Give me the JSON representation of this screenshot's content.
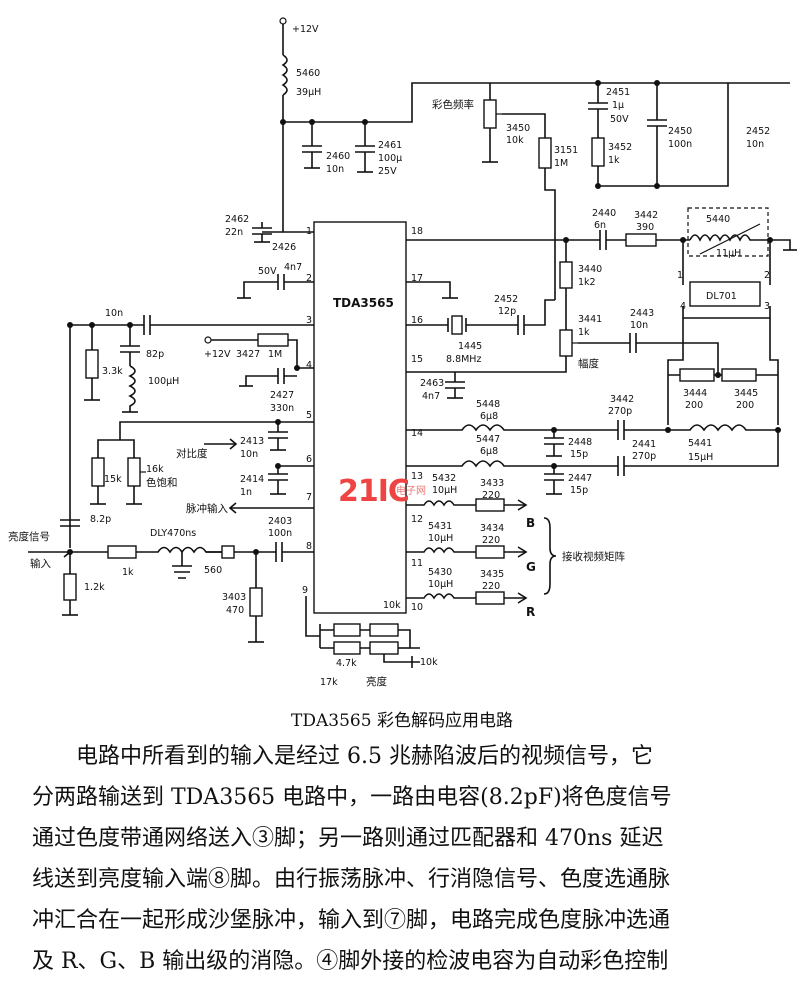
{
  "ic": {
    "name": "TDA3565"
  },
  "supply": {
    "plus12v_top": "+12V",
    "plus12v_mid": "+12V",
    "v50": "50V"
  },
  "pins": [
    "1",
    "2",
    "3",
    "4",
    "5",
    "6",
    "7",
    "8",
    "9",
    "10",
    "11",
    "12",
    "13",
    "14",
    "15",
    "16",
    "17",
    "18"
  ],
  "pin10_label": "10k",
  "components": {
    "l3460": [
      "5460",
      "39μH"
    ],
    "c2460": [
      "2460",
      "10n"
    ],
    "c2461": [
      "2461",
      "100μ",
      "25V"
    ],
    "c2462": [
      "2462",
      "22n"
    ],
    "c2426": "2426",
    "c2451": [
      "2451",
      "1μ",
      "50V"
    ],
    "c2450": [
      "2450",
      "100n"
    ],
    "c2452top": [
      "2452",
      "10n"
    ],
    "r3452": [
      "3452",
      "1k"
    ],
    "r3450": [
      "3450",
      "10k"
    ],
    "r3151": [
      "3151",
      "1M"
    ],
    "c2440": [
      "2440",
      "6n"
    ],
    "r3442": [
      "3442",
      "390"
    ],
    "l5440": [
      "5440",
      "11μH"
    ],
    "dl701": "DL701",
    "r3440": [
      "3440",
      "1k2"
    ],
    "r3441": [
      "3441",
      "1k"
    ],
    "c2443": [
      "2443",
      "10n"
    ],
    "c4n7": "4n7",
    "c2452": [
      "2452",
      "12p"
    ],
    "x1445": [
      "1445",
      "8.8MHz"
    ],
    "c2463": [
      "2463",
      "4n7"
    ],
    "l5448": [
      "5448",
      "6μ8"
    ],
    "l5447": [
      "5447",
      "6μ8"
    ],
    "c2448": [
      "2448",
      "15p"
    ],
    "c2447": [
      "2447",
      "15p"
    ],
    "c3442": [
      "3442",
      "270p"
    ],
    "c2441": [
      "2441",
      "270p"
    ],
    "r3444": [
      "3444",
      "200"
    ],
    "r3445": [
      "3445",
      "200"
    ],
    "l5441": [
      "5441",
      "15μH"
    ],
    "c10n": "10n",
    "r3k3": "3.3k",
    "c82p": "82p",
    "l100": "100μH",
    "r3427": [
      "3427",
      "1M"
    ],
    "c2427": [
      "2427",
      "330n"
    ],
    "c2413": [
      "2413",
      "10n"
    ],
    "c2414": [
      "2414",
      "1n"
    ],
    "r15k": "15k",
    "r16k": "16k",
    "c8p2": "8.2p",
    "dly": "DLY470ns",
    "r1k": "1k",
    "r560": "560",
    "c2403": [
      "2403",
      "100n"
    ],
    "r3403": [
      "3403",
      "470"
    ],
    "r1k2": "1.2k",
    "l5432": [
      "5432",
      "10μH"
    ],
    "r3433": [
      "3433",
      "220"
    ],
    "l5431": [
      "5431",
      "10μH"
    ],
    "r3434": [
      "3434",
      "220"
    ],
    "l5430": [
      "5430",
      "10μH"
    ],
    "r3435": [
      "3435",
      "220"
    ],
    "r4k7": "4.7k",
    "r17k": "17k",
    "r10k_bright": "10k"
  },
  "labels": {
    "color_freq": "彩色频率",
    "hue": "幅度",
    "contrast": "对比度",
    "saturation": "色饱和",
    "pulse_in": "脉冲输入",
    "luma_in": "亮度信号",
    "input": "输入",
    "brightness": "亮度",
    "matrix": "接收视频矩阵",
    "b": "B",
    "g": "G",
    "r": "R"
  },
  "watermark": {
    "main": "21IC",
    "sub": "电子网"
  },
  "caption": "TDA3565 彩色解码应用电路",
  "body_lines": [
    "电路中所看到的输入是经过 6.5 兆赫陷波后的视频信号，它",
    "分两路输送到 TDA3565 电路中，一路由电容(8.2pF)将色度信号",
    "通过色度带通网络送入③脚；另一路则通过匹配器和 470ns 延迟",
    "线送到亮度输入端⑧脚。由行振荡脉冲、行消隐信号、色度选通脉",
    "冲汇合在一起形成沙堡脉冲，输入到⑦脚，电路完成色度脉冲选通",
    "及 R、G、B 输出级的消隐。④脚外接的检波电容为自动彩色控制"
  ]
}
